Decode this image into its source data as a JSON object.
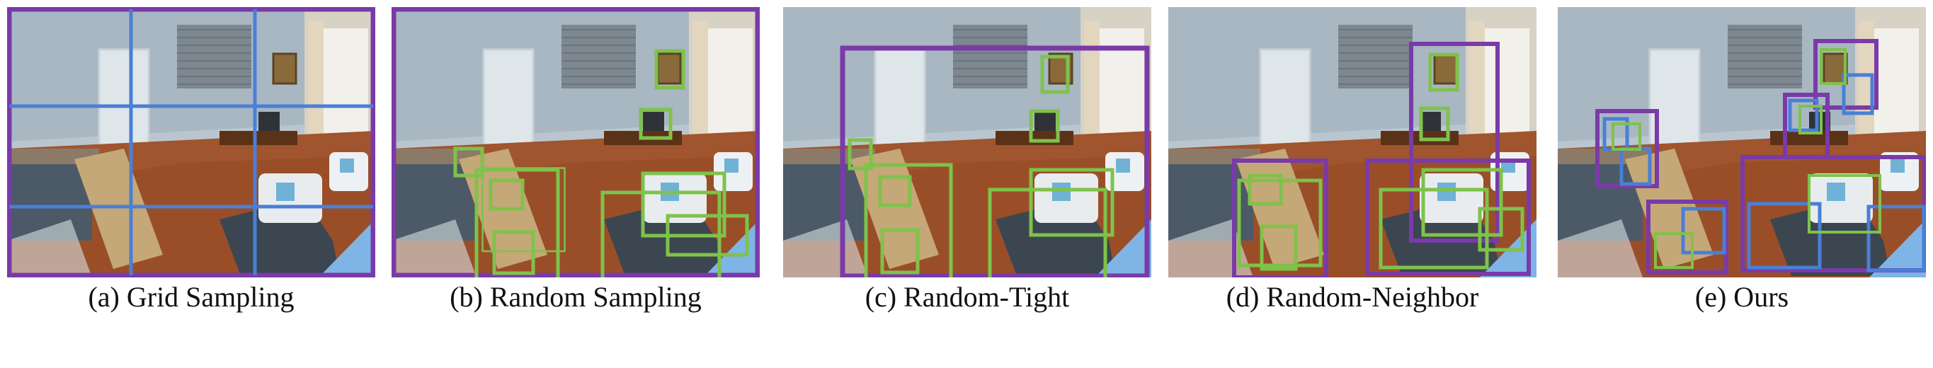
{
  "figure": {
    "panels": [
      {
        "id": "grid",
        "caption": "(a) Grid Sampling"
      },
      {
        "id": "random",
        "caption": "(b) Random Sampling"
      },
      {
        "id": "tight",
        "caption": "(c) Random-Tight"
      },
      {
        "id": "neighbor",
        "caption": "(d) Random-Neighbor"
      },
      {
        "id": "ours",
        "caption": "(e) Ours"
      }
    ],
    "colors": {
      "purple": "#7a3aa8",
      "green": "#7fc24a",
      "blue": "#4a7fd6"
    }
  }
}
